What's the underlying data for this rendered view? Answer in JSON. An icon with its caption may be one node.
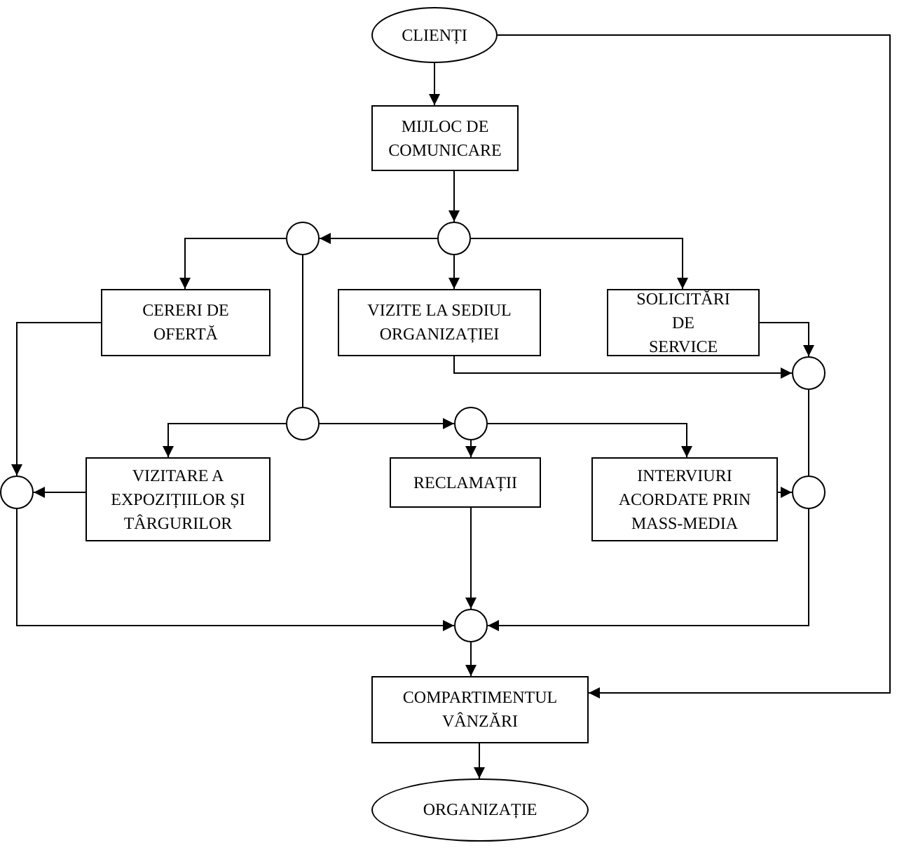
{
  "diagram": {
    "nodes": [
      {
        "text": [
          "CLIENȚI"
        ]
      },
      {
        "text": [
          "MIJLOC DE COMUNICARE"
        ]
      },
      {
        "text": [],
        "shape": "circle"
      },
      {
        "text": [],
        "shape": "circle"
      },
      {
        "text": [
          "CERERI DE OFERTĂ"
        ]
      },
      {
        "text": [
          "VIZITE LA SEDIUL ORGANIZAȚIEI"
        ]
      },
      {
        "text": [
          "SOLICITĂRI DE SERVICE"
        ]
      },
      {
        "text": [],
        "shape": "circle"
      },
      {
        "text": [],
        "shape": "circle"
      },
      {
        "text": [],
        "shape": "circle"
      },
      {
        "text": [],
        "shape": "circle"
      },
      {
        "text": [
          "VIZITARE A EXPOZIȚIILOR ȘI TÂRGURILOR"
        ]
      },
      {
        "text": [
          "RECLAMAȚII"
        ]
      },
      {
        "text": [
          "INTERVIURI ACORDATE PRIN MASS-MEDIA"
        ]
      },
      {
        "text": [],
        "shape": "circle"
      },
      {
        "text": [],
        "shape": "circle"
      },
      {
        "text": [
          "COMPARTIMENTUL VÂNZĂRI"
        ]
      },
      {
        "text": [
          "ORGANIZAȚIE"
        ]
      }
    ],
    "edges": [
      {
        "from": 0,
        "to": 1,
        "arrow": "to"
      },
      {
        "from": 1,
        "to": 3,
        "arrow": "to"
      },
      {
        "from": 3,
        "to": 2,
        "arrow": "to"
      },
      {
        "from": 3,
        "to": 5,
        "arrow": "to"
      },
      {
        "from": 3,
        "to": 6,
        "arrow": "to"
      },
      {
        "from": 2,
        "to": 4,
        "arrow": "to"
      },
      {
        "from": 2,
        "to": 8,
        "arrow": "none"
      },
      {
        "from": 8,
        "to": 11,
        "arrow": "to"
      },
      {
        "from": 8,
        "to": 9,
        "arrow": "to"
      },
      {
        "from": 9,
        "to": 12,
        "arrow": "to"
      },
      {
        "from": 9,
        "to": 13,
        "arrow": "to"
      },
      {
        "from": 5,
        "to": 7,
        "arrow": "to"
      },
      {
        "from": 6,
        "to": 7,
        "arrow": "to"
      },
      {
        "from": 4,
        "to": 10,
        "arrow": "to"
      },
      {
        "from": 11,
        "to": 10,
        "arrow": "to"
      },
      {
        "from": 13,
        "to": 14,
        "arrow": "to"
      },
      {
        "from": 7,
        "to": 14,
        "arrow": "none"
      },
      {
        "from": 10,
        "to": 15,
        "arrow": "to"
      },
      {
        "from": 12,
        "to": 15,
        "arrow": "to"
      },
      {
        "from": 14,
        "to": 15,
        "arrow": "to"
      },
      {
        "from": 15,
        "to": 16,
        "arrow": "to"
      },
      {
        "from": 0,
        "to": 16,
        "arrow": "to"
      },
      {
        "from": 16,
        "to": 17,
        "arrow": "to"
      }
    ]
  }
}
